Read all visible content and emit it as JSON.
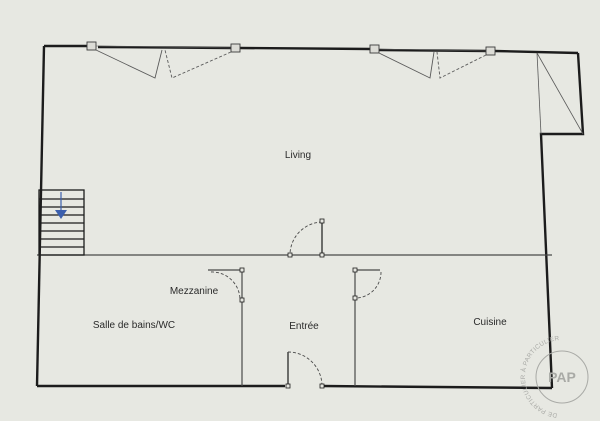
{
  "rooms": {
    "living": "Living",
    "mezzanine": "Mezzanine",
    "bathroom": "Salle de bains/WC",
    "entry": "Entrée",
    "kitchen": "Cuisine"
  },
  "watermark": {
    "text": "DE PARTICULIER À PARTICULIER",
    "logo": "PAP"
  },
  "colors": {
    "background": "#e7e8e2",
    "wall": "#1c1c1c",
    "thin_line": "#5a5a5a",
    "stair_arrow": "#3b5fae",
    "watermark": "#a9aaa6"
  }
}
